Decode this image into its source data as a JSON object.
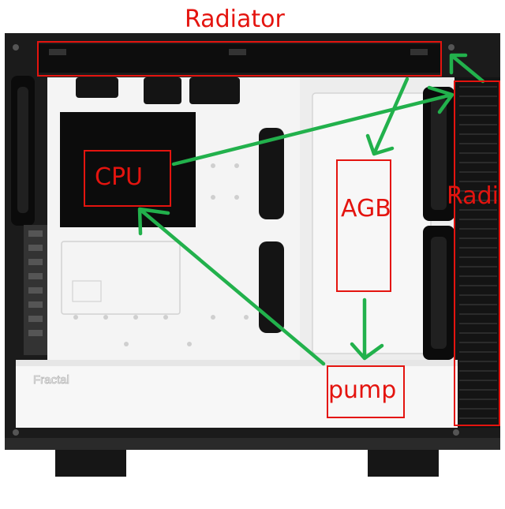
{
  "diagram": {
    "labels": {
      "radiator_top": "Radiator",
      "cpu": "CPU",
      "agb": "AGB",
      "radiator_side": "Radi",
      "pump": "pump"
    },
    "brand_logo_text": "Fractal",
    "colors": {
      "annotation": "#e4140f",
      "flow_arrow": "#22b14c",
      "case_frame": "#1b1b1b",
      "interior": "#f4f4f4",
      "shroud": "#f7f7f7"
    }
  }
}
